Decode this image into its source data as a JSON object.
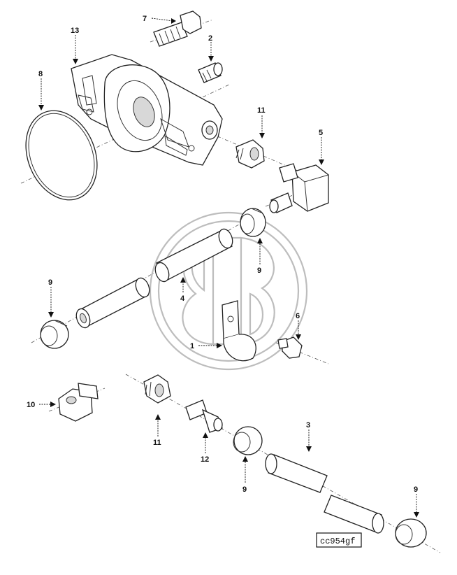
{
  "diagram": {
    "reference_code": "cc954gf",
    "callouts": [
      {
        "id": "c7",
        "label": "7"
      },
      {
        "id": "c13",
        "label": "13"
      },
      {
        "id": "c2",
        "label": "2"
      },
      {
        "id": "c8",
        "label": "8"
      },
      {
        "id": "c11a",
        "label": "11"
      },
      {
        "id": "c5",
        "label": "5"
      },
      {
        "id": "c9a",
        "label": "9"
      },
      {
        "id": "c9b",
        "label": "9"
      },
      {
        "id": "c4",
        "label": "4"
      },
      {
        "id": "c6",
        "label": "6"
      },
      {
        "id": "c1",
        "label": "1"
      },
      {
        "id": "c10",
        "label": "10"
      },
      {
        "id": "c11b",
        "label": "11"
      },
      {
        "id": "c12",
        "label": "12"
      },
      {
        "id": "c3",
        "label": "3"
      },
      {
        "id": "c9c",
        "label": "9"
      },
      {
        "id": "c9d",
        "label": "9"
      }
    ]
  }
}
